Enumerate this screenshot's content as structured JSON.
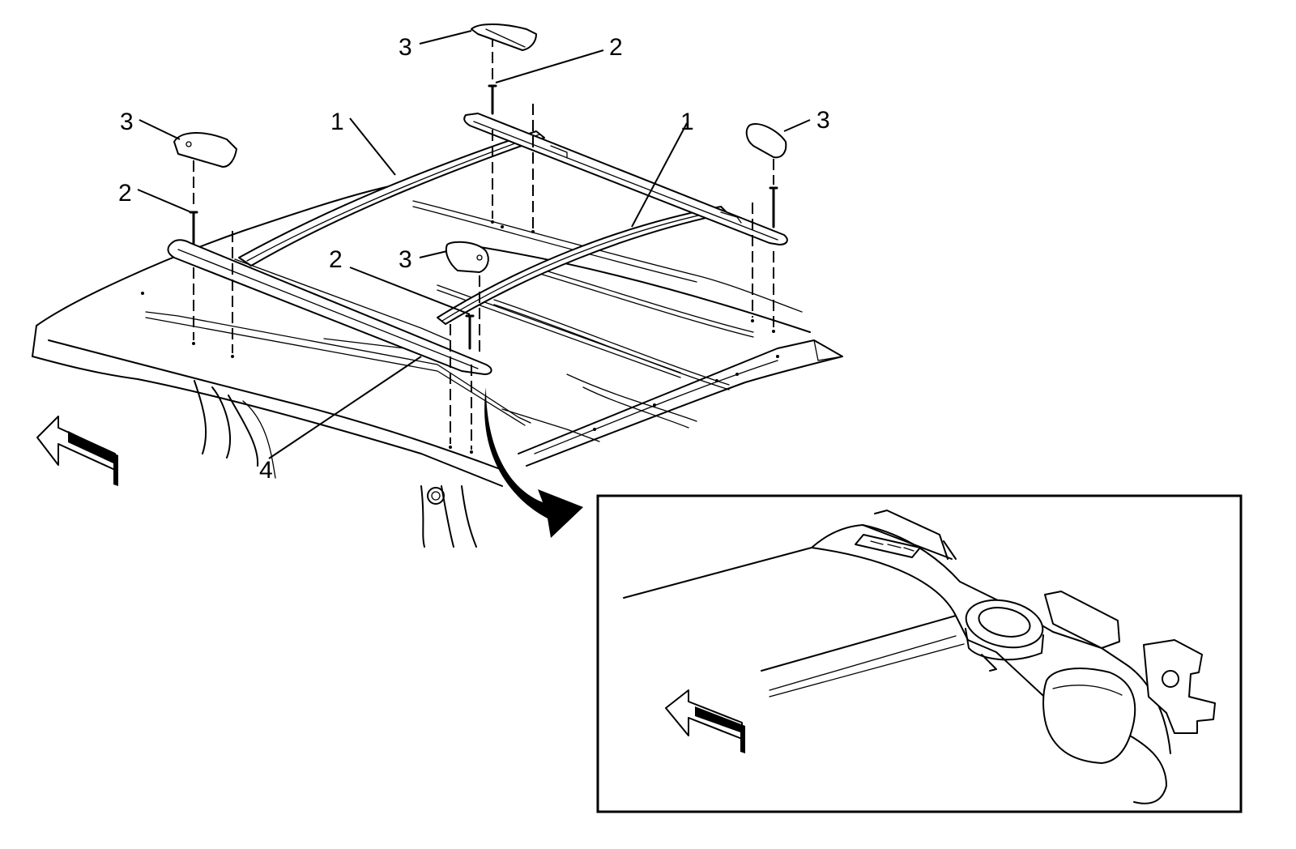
{
  "callouts": [
    {
      "id": "c1a",
      "label": "1"
    },
    {
      "id": "c1b",
      "label": "1"
    },
    {
      "id": "c2a",
      "label": "2"
    },
    {
      "id": "c2b",
      "label": "2"
    },
    {
      "id": "c2c",
      "label": "2"
    },
    {
      "id": "c3a",
      "label": "3"
    },
    {
      "id": "c3b",
      "label": "3"
    },
    {
      "id": "c3c",
      "label": "3"
    },
    {
      "id": "c3d",
      "label": "3"
    },
    {
      "id": "c4",
      "label": "4"
    }
  ],
  "icons": {
    "forward_arrow_main": "front-direction-arrow-icon",
    "forward_arrow_detail": "front-direction-arrow-icon",
    "detail_pointer": "curved-arrow-icon"
  }
}
